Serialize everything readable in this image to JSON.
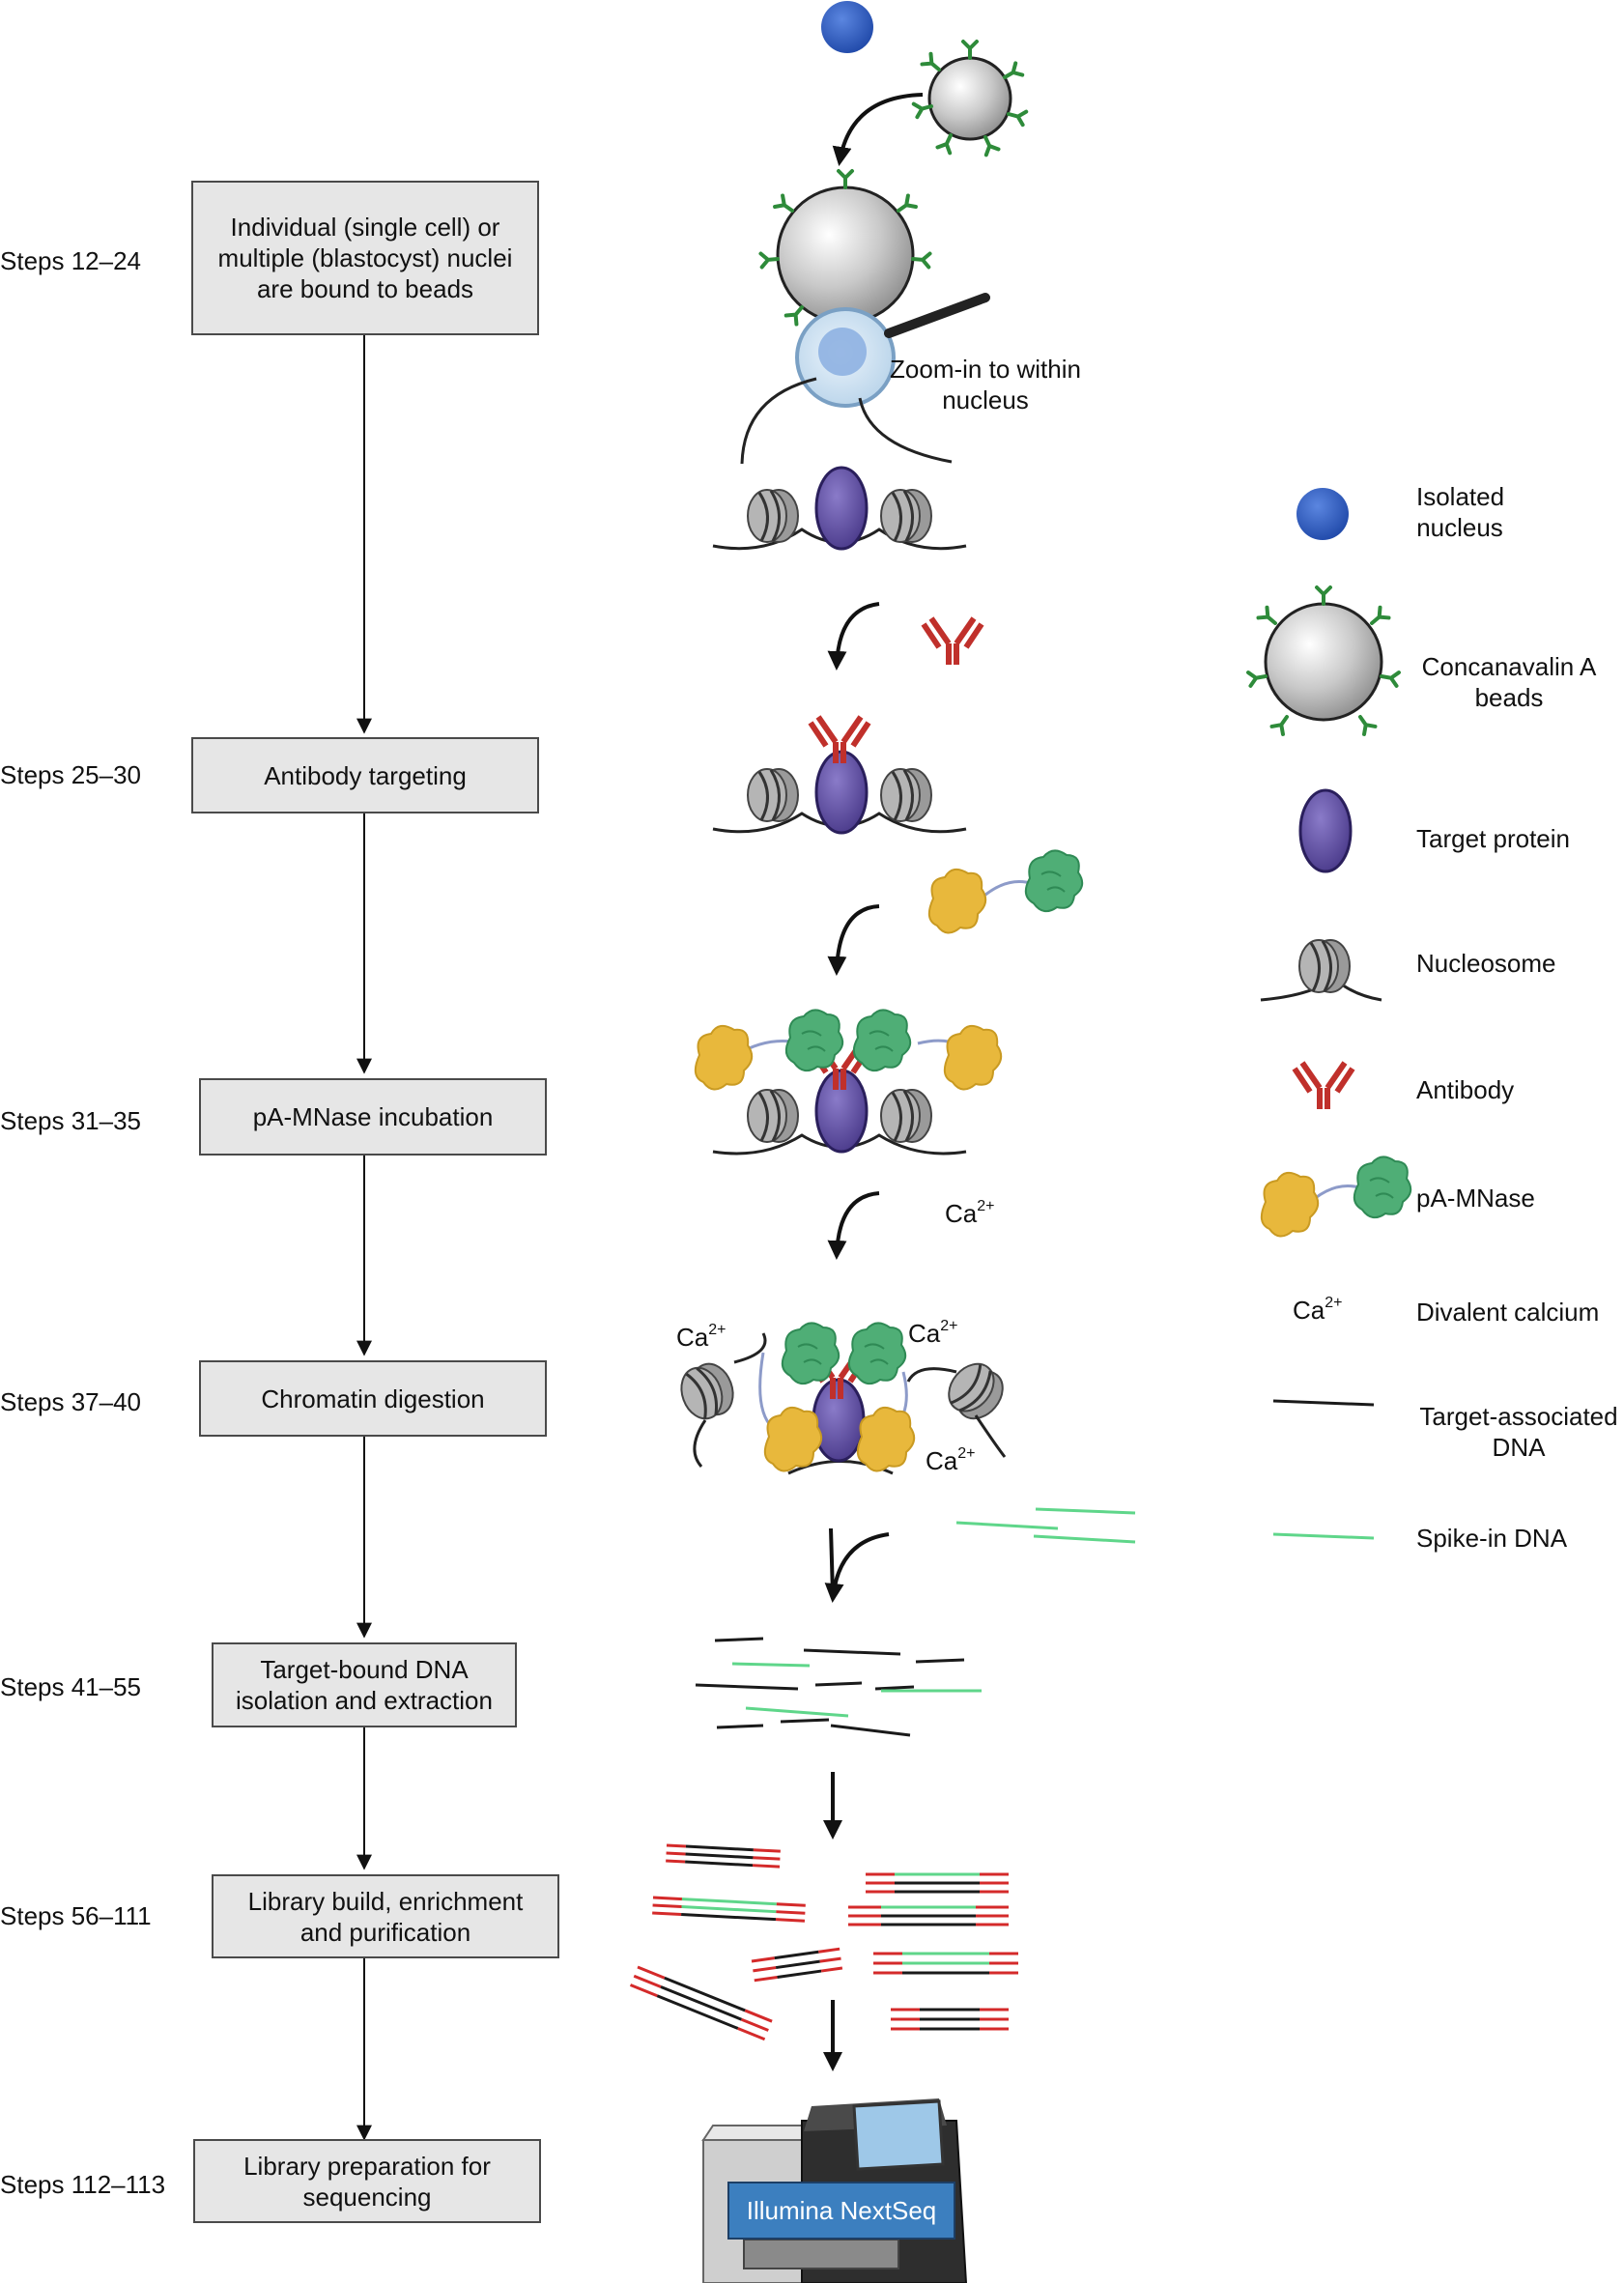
{
  "workflow": {
    "steps": [
      {
        "label": "Steps 12–24",
        "box": "Individual (single cell) or multiple (blastocyst) nuclei are bound to beads"
      },
      {
        "label": "Steps 25–30",
        "box": "Antibody targeting"
      },
      {
        "label": "Steps 31–35",
        "box": "pA-MNase incubation"
      },
      {
        "label": "Steps 37–40",
        "box": "Chromatin digestion"
      },
      {
        "label": "Steps 41–55",
        "box": "Target-bound DNA isolation and extraction"
      },
      {
        "label": "Steps 56–111",
        "box": "Library build, enrichment and purification"
      },
      {
        "label": "Steps 112–113",
        "box": "Library preparation for sequencing"
      }
    ]
  },
  "illustration": {
    "zoom_label": "Zoom-in to within nucleus",
    "ion_symbol": "Ca",
    "ion_charge": "2+",
    "instrument_label": "Illumina NextSeq"
  },
  "legend": {
    "items": [
      {
        "icon": "isolated-nucleus-icon",
        "label": "Isolated nucleus"
      },
      {
        "icon": "concanavalin-bead-icon",
        "label": "Concanavalin A beads"
      },
      {
        "icon": "target-protein-icon",
        "label": "Target protein"
      },
      {
        "icon": "nucleosome-icon",
        "label": "Nucleosome"
      },
      {
        "icon": "antibody-icon",
        "label": "Antibody"
      },
      {
        "icon": "pa-mnase-icon",
        "label": "pA-MNase"
      },
      {
        "icon": "calcium-ion-icon",
        "label": "Divalent calcium"
      },
      {
        "icon": "target-dna-icon",
        "label": "Target-associated DNA"
      },
      {
        "icon": "spike-in-dna-icon",
        "label": "Spike-in DNA"
      }
    ]
  },
  "colors": {
    "nucleus": "#2f5fc4",
    "bead": "#c8c8c8",
    "concanavalin": "#2e8b3a",
    "target_protein": "#5b4a9c",
    "nucleosome": "#8c8c8c",
    "antibody": "#c0302b",
    "protein_a": "#e8b83c",
    "mnase": "#4fae76",
    "target_dna": "#1a1a1a",
    "spike_in_dna": "#5fd68a",
    "adapter": "#d42a2a",
    "box_fill": "#e6e6e6",
    "instrument": "#3c7fbf"
  }
}
